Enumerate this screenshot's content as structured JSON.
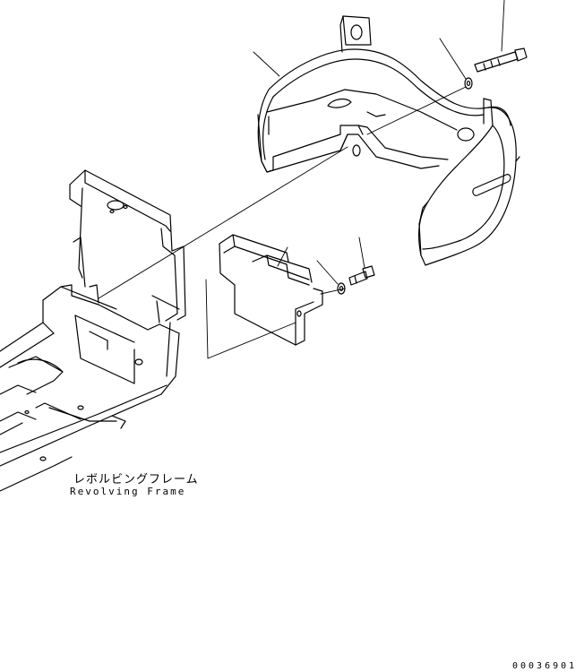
{
  "frame_label": {
    "japanese": "レボルビングフレーム",
    "english": "Revolving Frame"
  },
  "figure_number": "00036901"
}
